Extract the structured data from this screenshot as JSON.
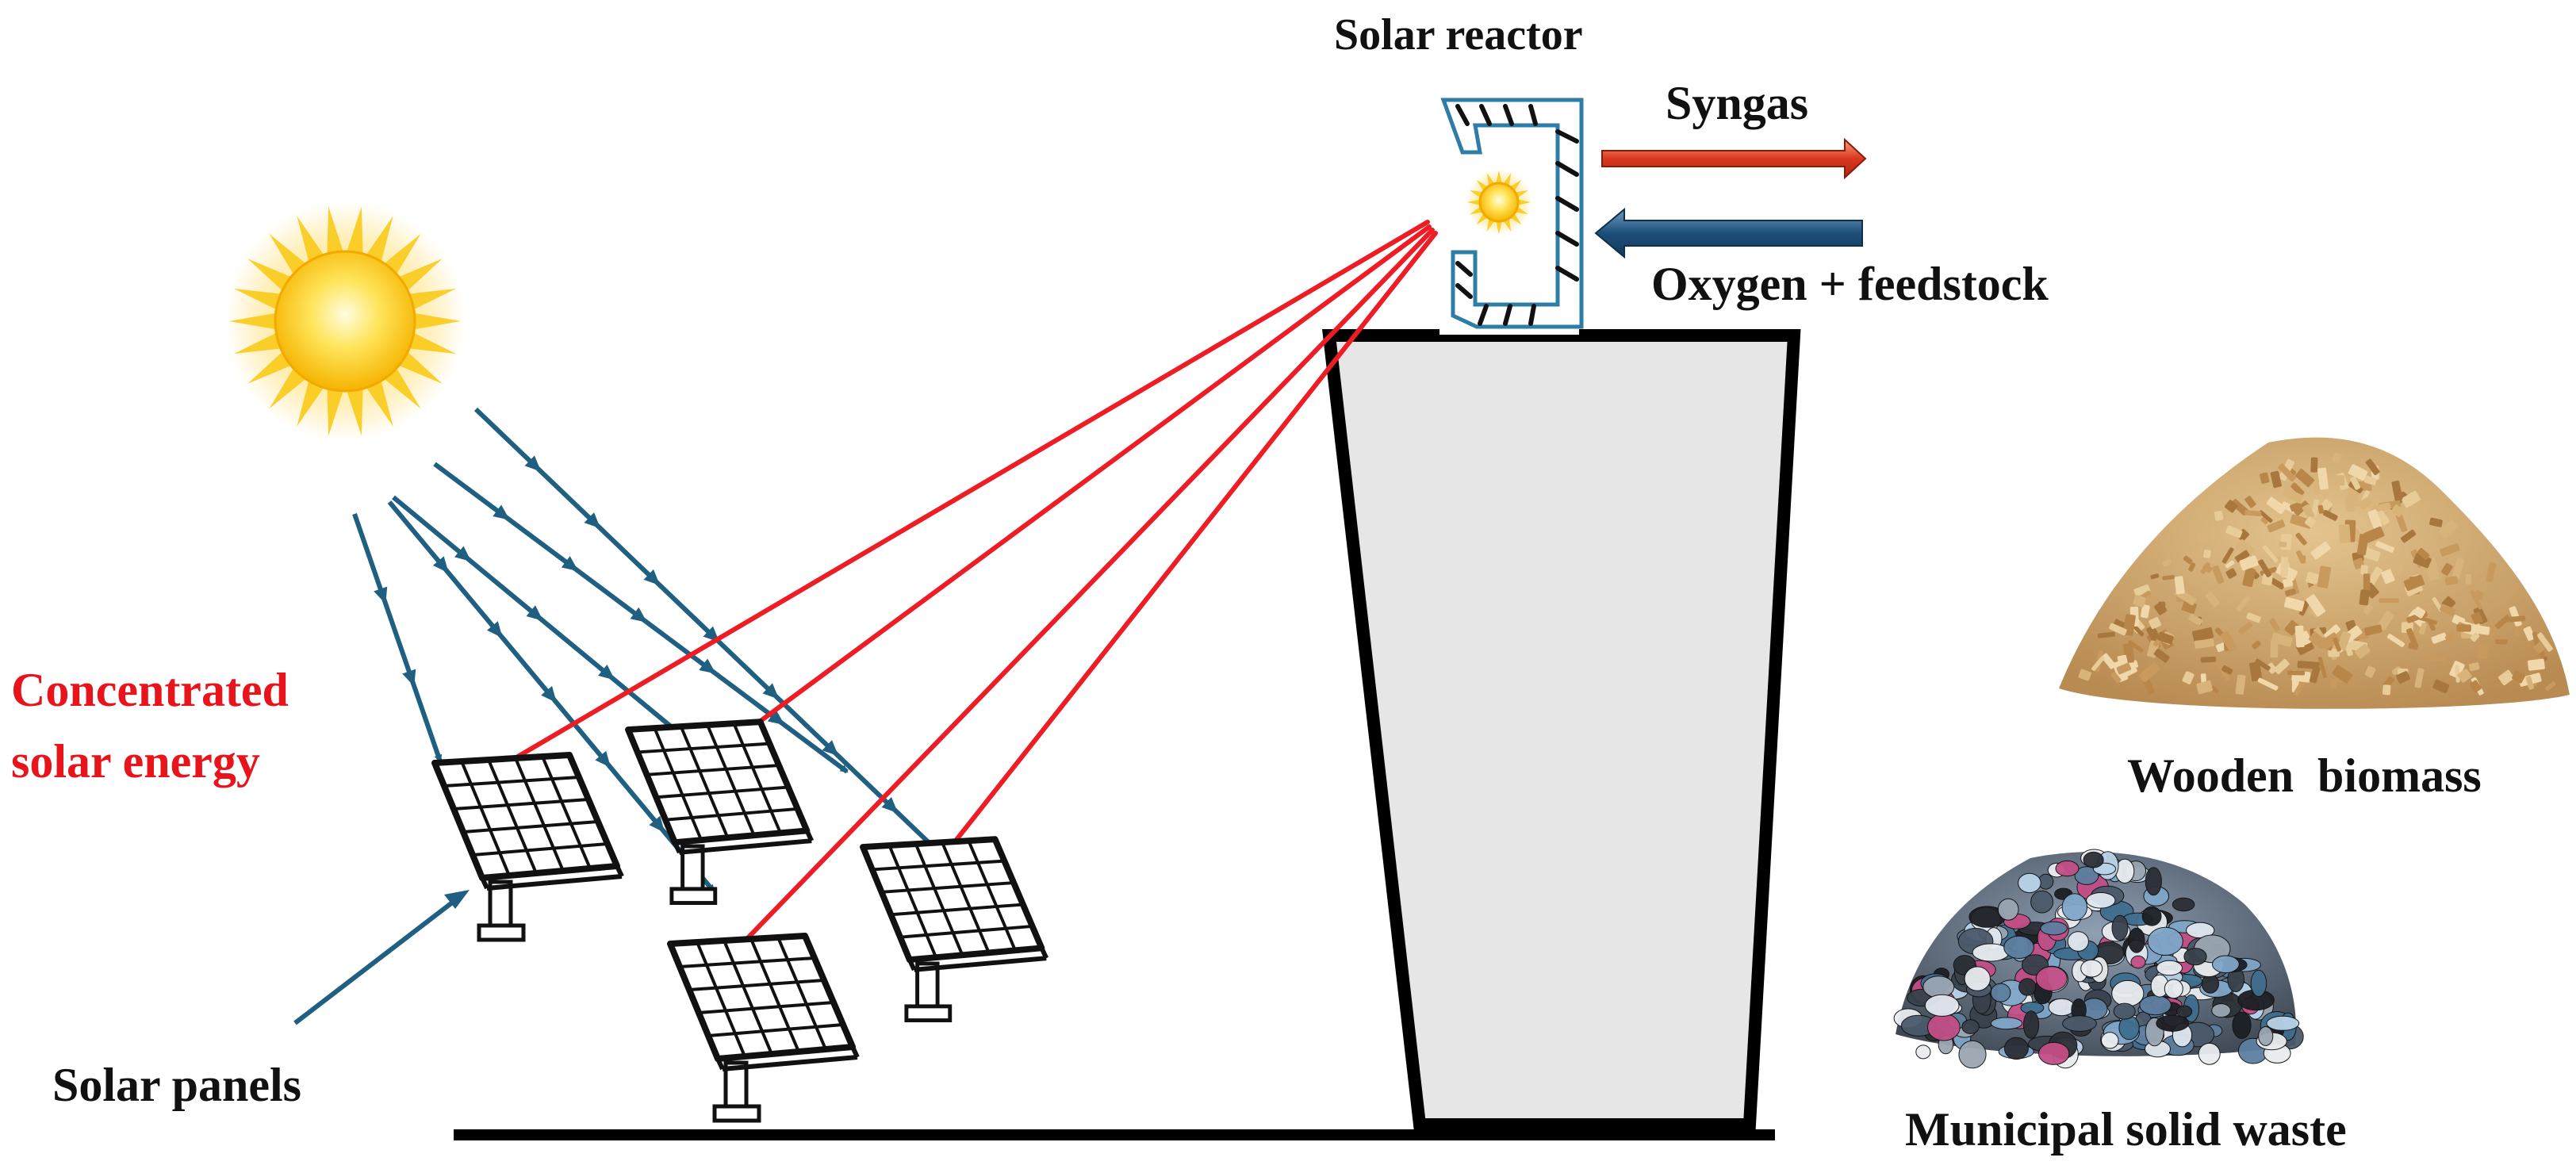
{
  "labels": {
    "solar_reactor": "Solar reactor",
    "syngas": "Syngas",
    "oxygen_feedstock": "Oxygen + feedstock",
    "concentrated_line1": "Concentrated",
    "concentrated_line2": "solar energy",
    "wooden_biomass": "Wooden  biomass",
    "solar_panels": "Solar panels",
    "municipal_waste": "Municipal solid waste"
  },
  "colors": {
    "concentrated_rays": "#ee1c24",
    "incoming_rays": "#1f5f82",
    "syngas_arrow": "#d9381e",
    "oxygen_arrow": "#1c4f79",
    "tower_fill": "#e6e6e6",
    "highlight_text": "#e8141c"
  },
  "icons": {
    "sun": "sun-icon",
    "reactor": "solar-reactor-icon",
    "panel": "solar-panel-icon",
    "biomass": "wood-chips-pile-icon",
    "waste": "garbage-bags-pile-icon"
  }
}
